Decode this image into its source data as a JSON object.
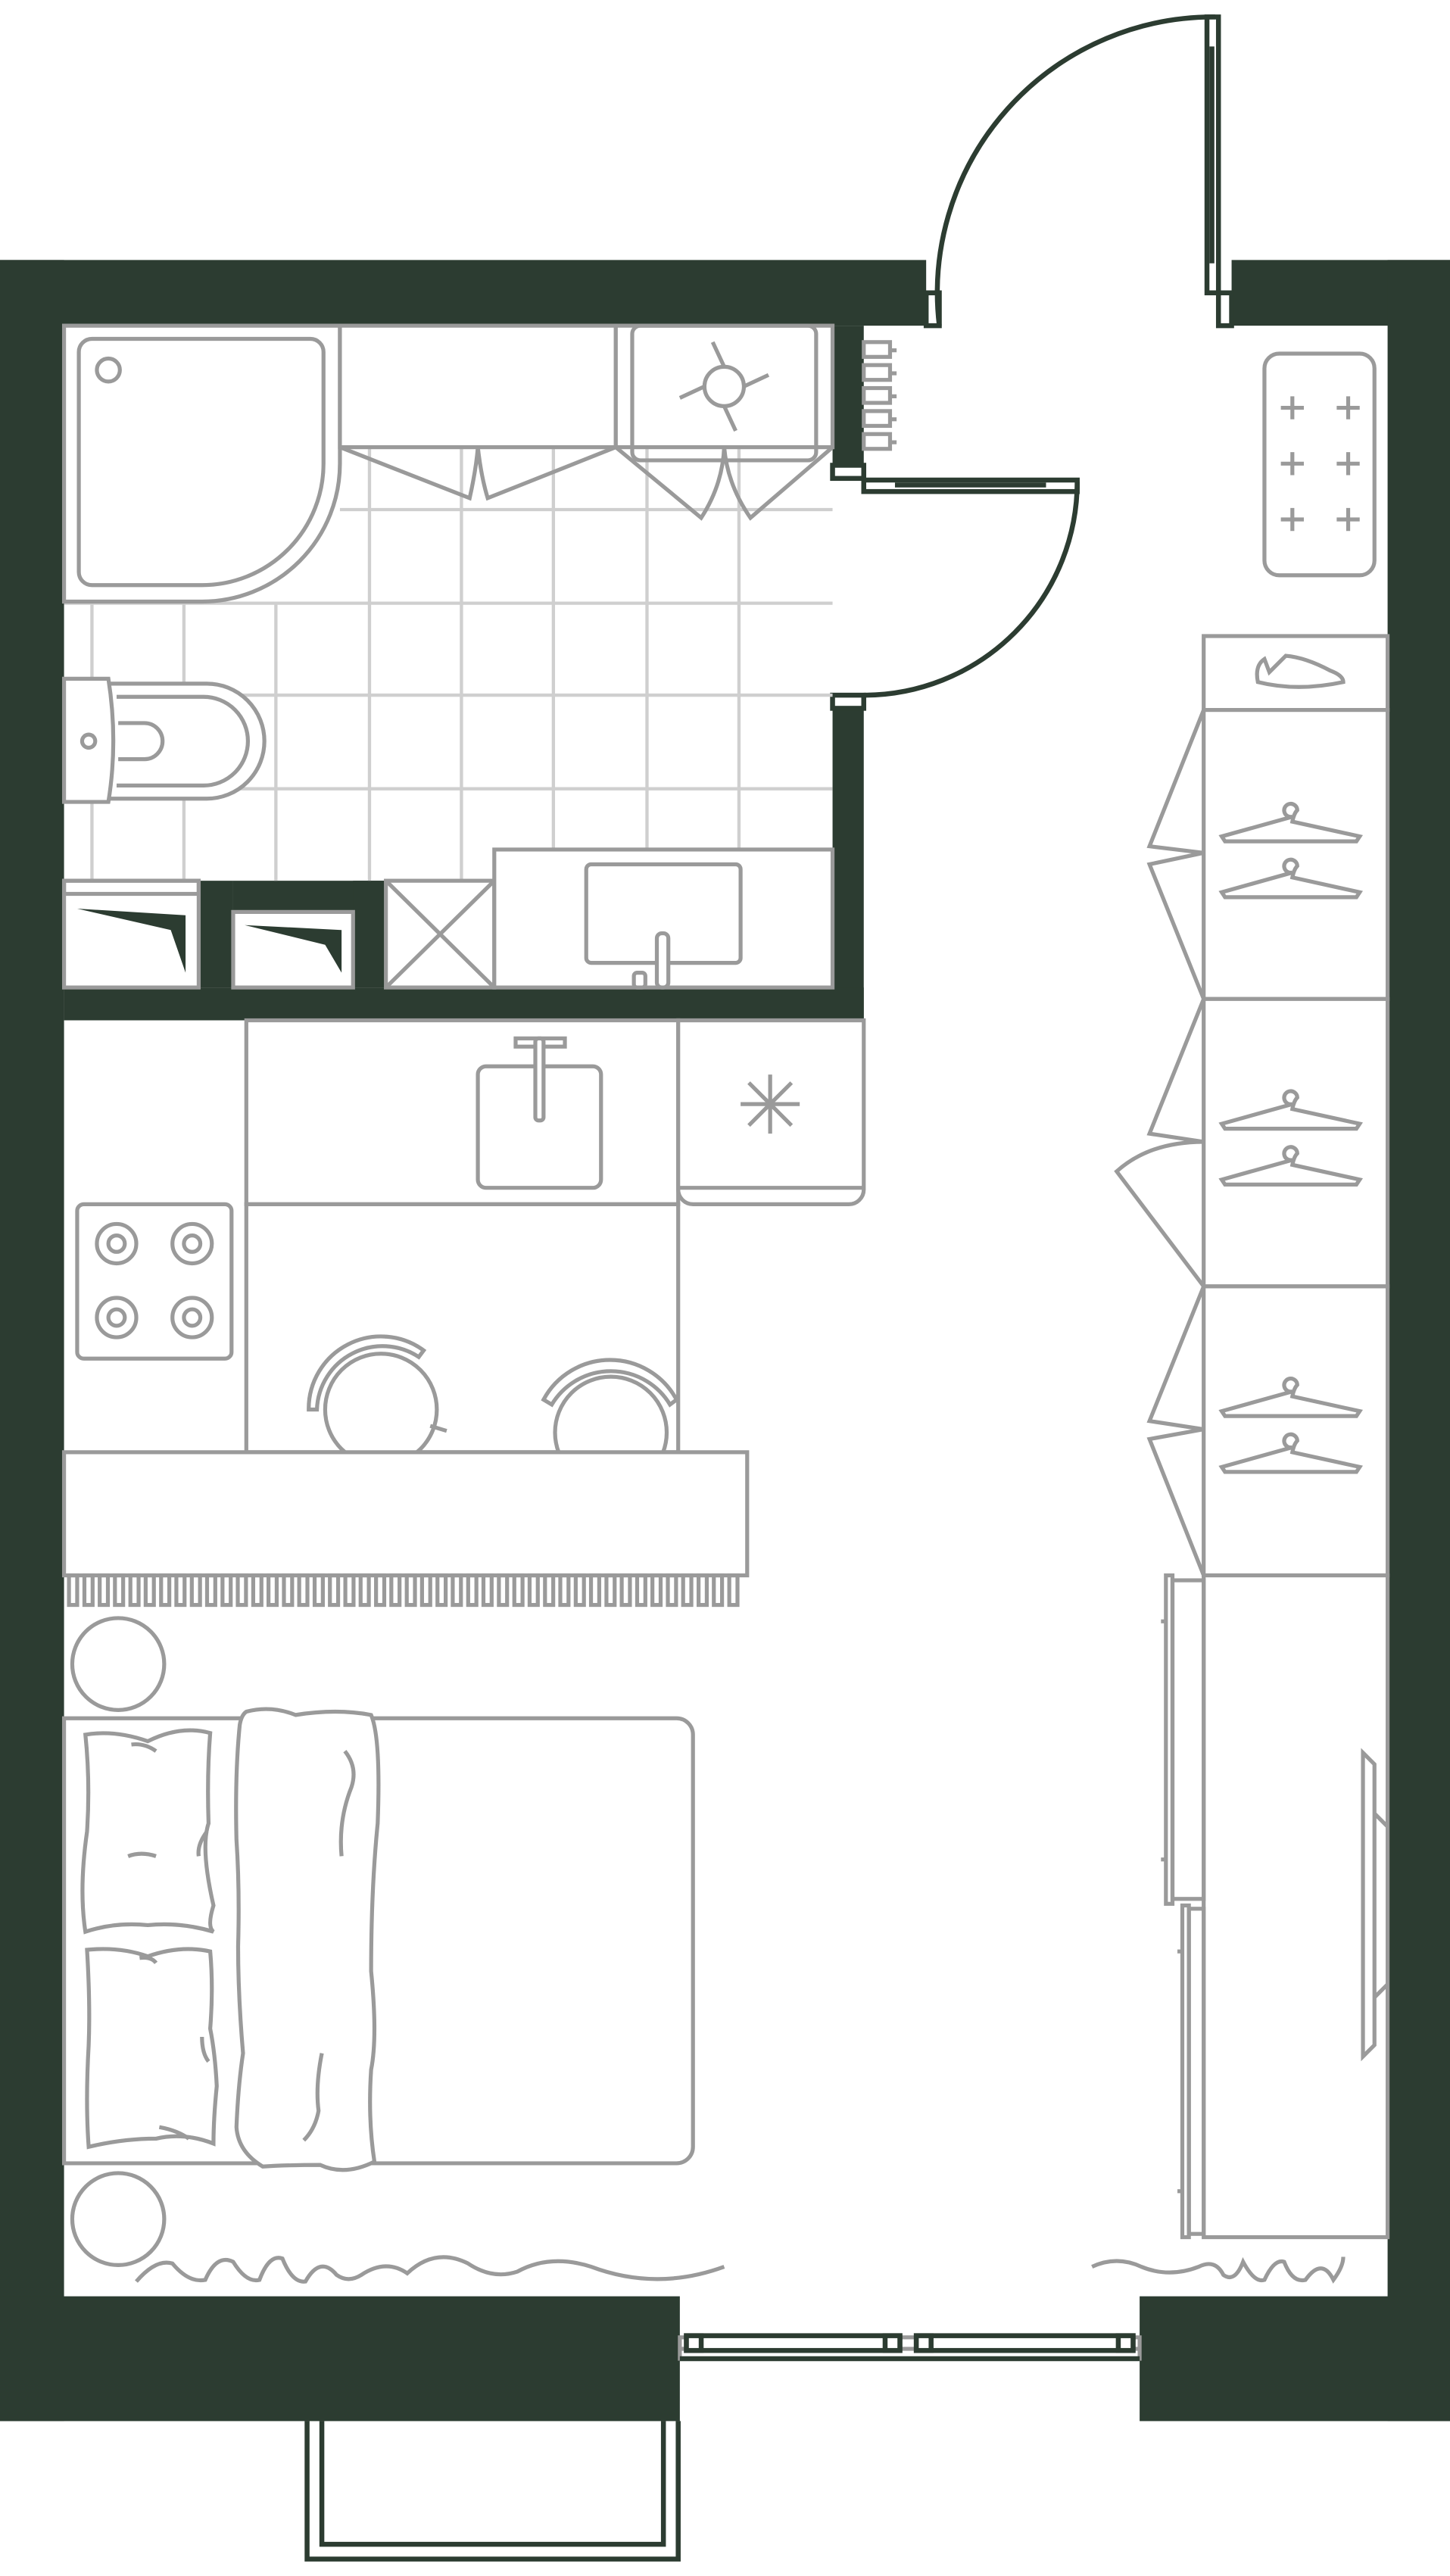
{
  "plan": {
    "type": "studio apartment floor plan",
    "colors": {
      "wall": "#2c3c31",
      "furniture_line": "#9a9a9a",
      "tile_grid": "#cfcfcf",
      "background": "#ffffff"
    },
    "rooms": [
      "bathroom",
      "hallway",
      "kitchen",
      "living-bedroom",
      "balcony"
    ],
    "icons": [
      "shower-icon",
      "washing-machine-icon",
      "toilet-icon",
      "bathroom-sink-icon",
      "towel-radiator-icon",
      "cooktop-icon",
      "kitchen-sink-icon",
      "fridge-icon",
      "chair-icon",
      "rug-icon",
      "bed-icon",
      "pillow-icon",
      "nightstand-icon",
      "hanger-icon",
      "shoe-icon",
      "wardrobe-icon",
      "door-icon",
      "window-icon"
    ]
  }
}
